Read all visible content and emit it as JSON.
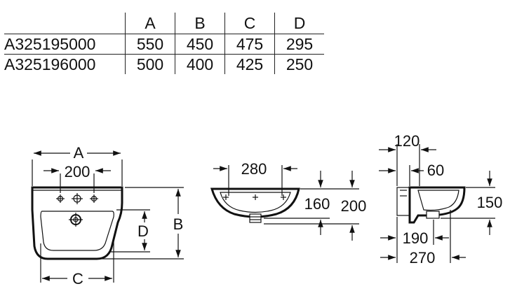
{
  "table": {
    "columns": [
      "A",
      "B",
      "C",
      "D"
    ],
    "rows": [
      {
        "model": "A325195000",
        "values": [
          "550",
          "450",
          "475",
          "295"
        ]
      },
      {
        "model": "A325196000",
        "values": [
          "500",
          "400",
          "425",
          "250"
        ]
      }
    ]
  },
  "front_view": {
    "dim_a": "A",
    "dim_200": "200",
    "dim_b": "B",
    "dim_c": "C",
    "dim_d": "D"
  },
  "top_view": {
    "dim_280": "280",
    "dim_160": "160",
    "dim_200": "200"
  },
  "side_view": {
    "dim_120": "120",
    "dim_60": "60",
    "dim_150": "150",
    "dim_190": "190",
    "dim_270": "270"
  }
}
